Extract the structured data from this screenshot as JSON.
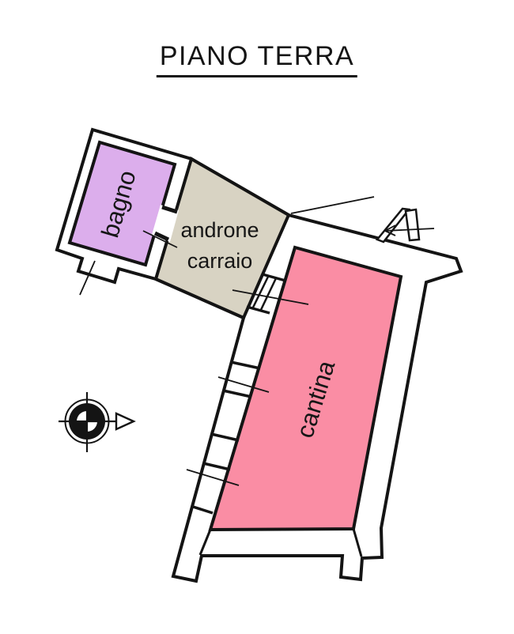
{
  "title": {
    "text": "PIANO TERRA"
  },
  "rooms": {
    "bagno": {
      "label": "bagno",
      "color": "#dcaeec"
    },
    "androne_carraio": {
      "label_line1": "androne",
      "label_line2": "carraio",
      "color": "#d8d3c3"
    },
    "cantina": {
      "label": "cantina",
      "color": "#fa8da4"
    }
  },
  "drawing": {
    "outline_color": "#141414",
    "wall_fill": "#ffffff",
    "background": "#ffffff"
  },
  "compass": {
    "kind": "north-indicator-east-arrow"
  }
}
